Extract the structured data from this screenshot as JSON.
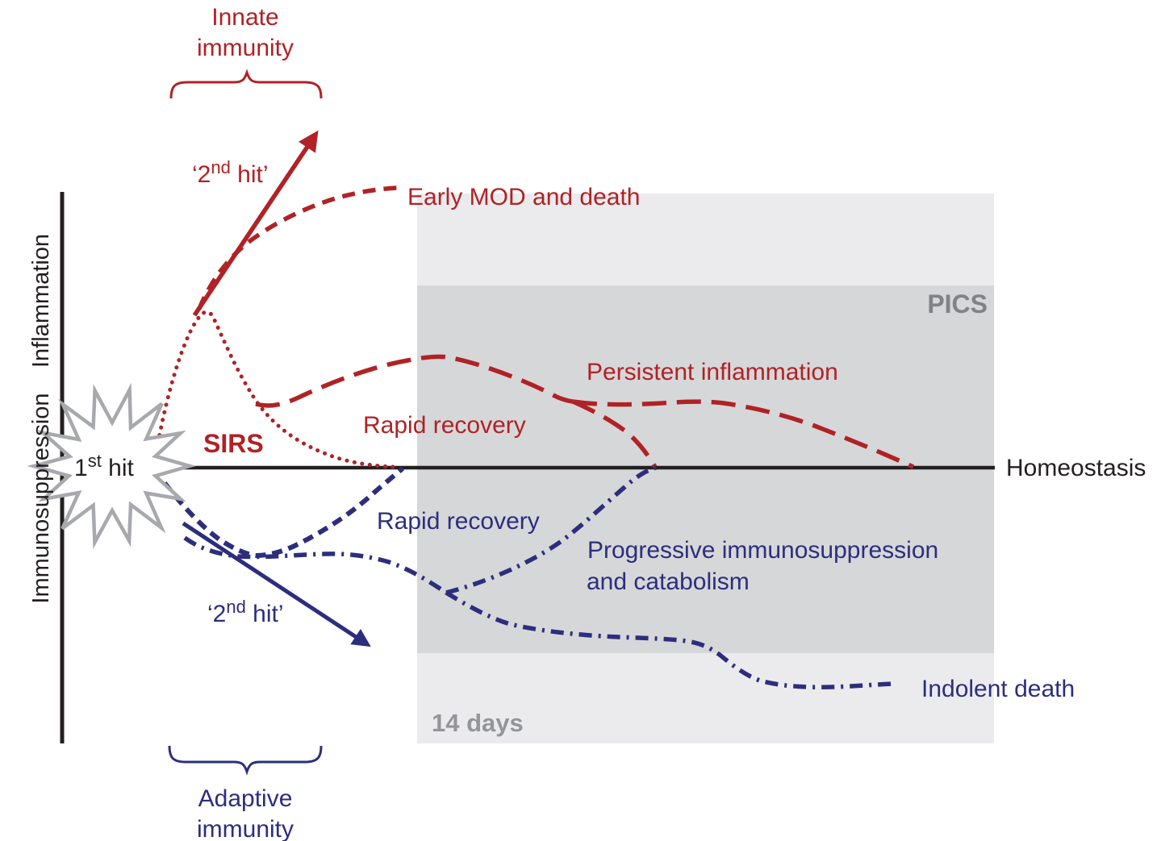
{
  "figure": {
    "axis": {
      "y_positive": "Inflammation",
      "y_negative": "Immunosuppression",
      "baseline": "Homeostasis"
    },
    "hits": {
      "first": {
        "num": "1",
        "sup": "st",
        "rest": " hit"
      },
      "second_red": {
        "pre": "‘2",
        "sup": "nd",
        "post": " hit’"
      },
      "second_blue": {
        "pre": "‘2",
        "sup": "nd",
        "post": " hit’"
      }
    },
    "braces": {
      "innate_line1": "Innate",
      "innate_line2": "immunity",
      "adaptive_line1": "Adaptive",
      "adaptive_line2": "immunity"
    },
    "red_trajectories": {
      "early_mod": "Early MOD and death",
      "sirs": "SIRS",
      "rapid_recovery": "Rapid recovery",
      "persistent_inflammation": "Persistent inflammation"
    },
    "blue_trajectories": {
      "rapid_recovery": "Rapid recovery",
      "progressive_line1": "Progressive immunosuppression",
      "progressive_line2": "and catabolism",
      "indolent_death": "Indolent death"
    },
    "regions": {
      "pics": "PICS",
      "duration": "14 days"
    },
    "colors": {
      "red": "#b02225",
      "navy": "#2c2e7d",
      "light_gray": "#ebebed",
      "dark_gray": "#d6d7d9",
      "pics_text": "#808285",
      "days_text": "#939598",
      "starburst_gray": "#a7a9ac",
      "black": "#231f20"
    }
  }
}
